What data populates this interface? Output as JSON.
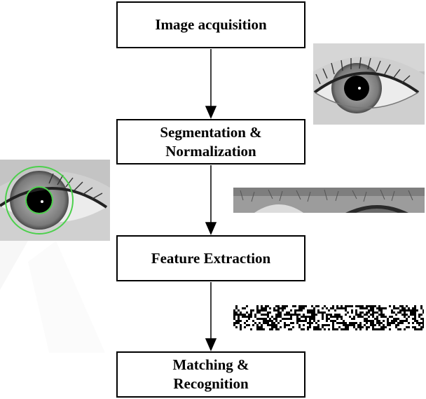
{
  "steps": [
    {
      "lines": [
        "Image acquisition"
      ]
    },
    {
      "lines": [
        "Segmentation &",
        "Normalization"
      ]
    },
    {
      "lines": [
        "Feature Extraction"
      ]
    },
    {
      "lines": [
        "Matching &",
        "Recognition"
      ]
    }
  ],
  "icons": {
    "eye_photo": "eye-photo-icon",
    "segmented_eye": "segmented-eye-icon",
    "normalized_iris": "normalized-iris-strip-icon",
    "iris_code": "iris-code-pattern-icon"
  },
  "colors": {
    "box_border": "#000000",
    "segmentation_circle": "#4cd04c"
  }
}
